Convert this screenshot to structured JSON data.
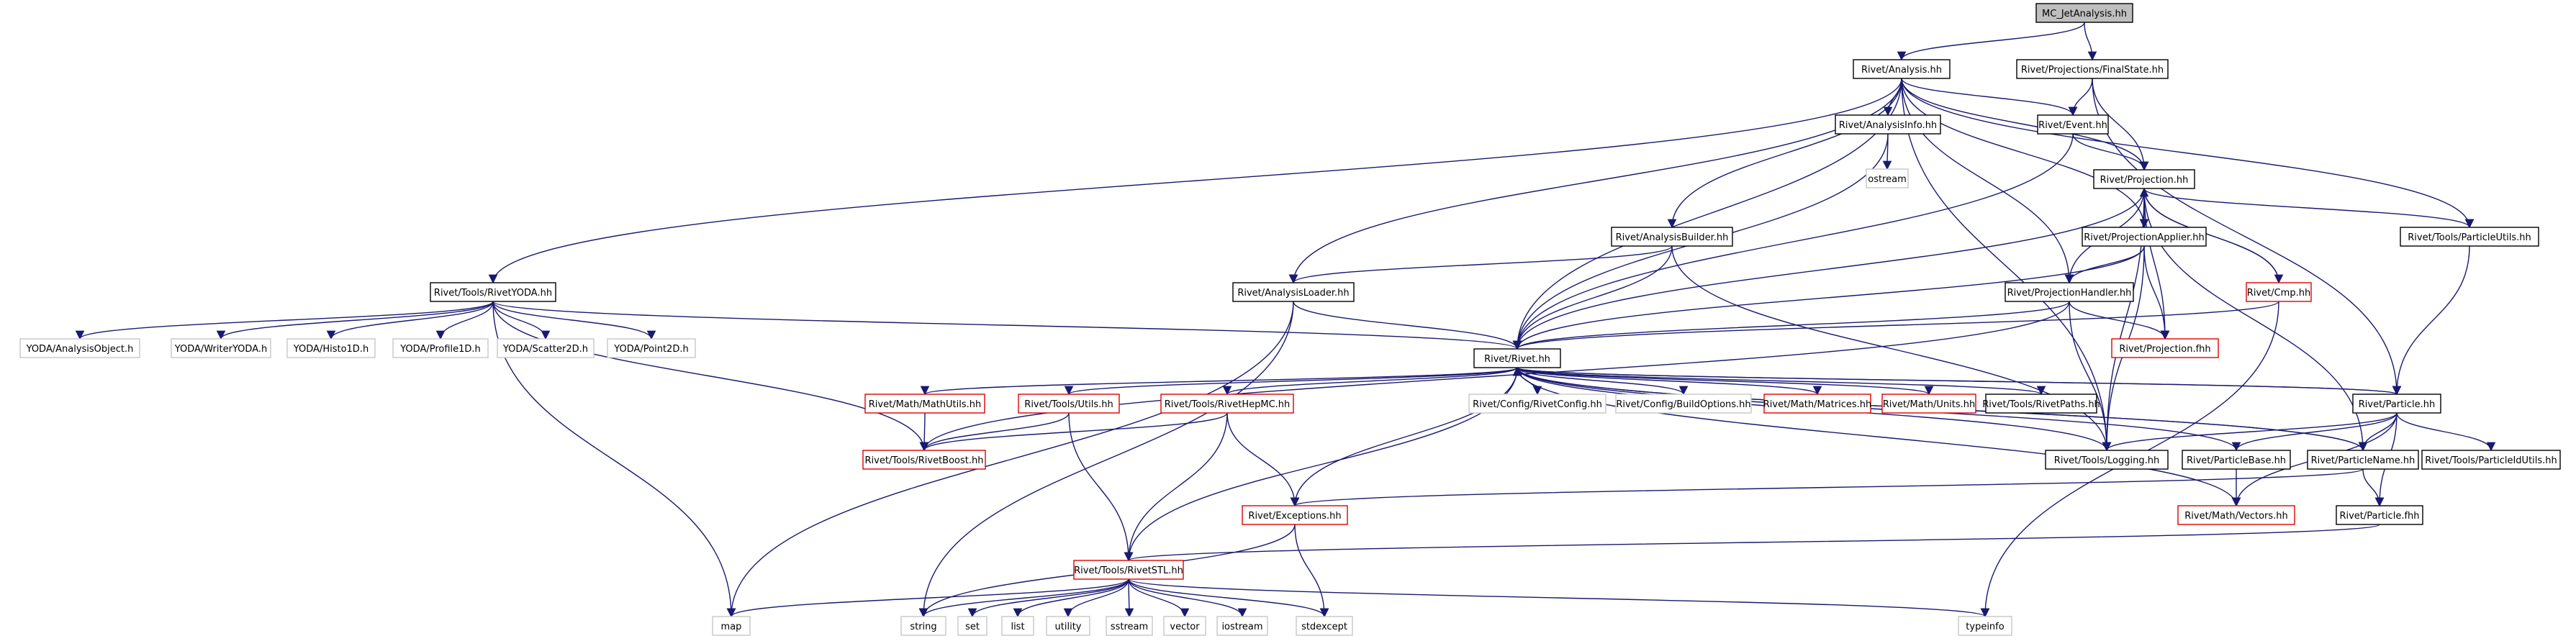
{
  "nodes": [
    {
      "id": "root",
      "label": "MC_JetAnalysis.hh",
      "kind": "root"
    },
    {
      "id": "analysis",
      "label": "Rivet/Analysis.hh",
      "kind": "doc"
    },
    {
      "id": "finalstate",
      "label": "Rivet/Projections/FinalState.hh",
      "kind": "doc"
    },
    {
      "id": "analysisinfo",
      "label": "Rivet/AnalysisInfo.hh",
      "kind": "doc"
    },
    {
      "id": "event",
      "label": "Rivet/Event.hh",
      "kind": "doc"
    },
    {
      "id": "ostream",
      "label": "ostream",
      "kind": "ext"
    },
    {
      "id": "projection",
      "label": "Rivet/Projection.hh",
      "kind": "doc"
    },
    {
      "id": "analysisbuilder",
      "label": "Rivet/AnalysisBuilder.hh",
      "kind": "doc"
    },
    {
      "id": "projapplier",
      "label": "Rivet/ProjectionApplier.hh",
      "kind": "doc"
    },
    {
      "id": "particleutils",
      "label": "Rivet/Tools/ParticleUtils.hh",
      "kind": "doc"
    },
    {
      "id": "rivetyoda",
      "label": "Rivet/Tools/RivetYODA.hh",
      "kind": "doc"
    },
    {
      "id": "analysisloader",
      "label": "Rivet/AnalysisLoader.hh",
      "kind": "doc"
    },
    {
      "id": "projhandler",
      "label": "Rivet/ProjectionHandler.hh",
      "kind": "doc"
    },
    {
      "id": "cmp",
      "label": "Rivet/Cmp.hh",
      "kind": "miss"
    },
    {
      "id": "yao",
      "label": "YODA/AnalysisObject.h",
      "kind": "ext"
    },
    {
      "id": "ywriter",
      "label": "YODA/WriterYODA.h",
      "kind": "ext"
    },
    {
      "id": "yhisto",
      "label": "YODA/Histo1D.h",
      "kind": "ext"
    },
    {
      "id": "yprofile",
      "label": "YODA/Profile1D.h",
      "kind": "ext"
    },
    {
      "id": "yscatter",
      "label": "YODA/Scatter2D.h",
      "kind": "ext"
    },
    {
      "id": "ypoint",
      "label": "YODA/Point2D.h",
      "kind": "ext"
    },
    {
      "id": "rivet",
      "label": "Rivet/Rivet.hh",
      "kind": "doc"
    },
    {
      "id": "projfhh",
      "label": "Rivet/Projection.fhh",
      "kind": "miss"
    },
    {
      "id": "mathutils",
      "label": "Rivet/Math/MathUtils.hh",
      "kind": "miss"
    },
    {
      "id": "toolsutils",
      "label": "Rivet/Tools/Utils.hh",
      "kind": "miss"
    },
    {
      "id": "hepmc",
      "label": "Rivet/Tools/RivetHepMC.hh",
      "kind": "miss"
    },
    {
      "id": "rivetconfig",
      "label": "Rivet/Config/RivetConfig.hh",
      "kind": "ext"
    },
    {
      "id": "buildopts",
      "label": "Rivet/Config/BuildOptions.hh",
      "kind": "ext"
    },
    {
      "id": "matrices",
      "label": "Rivet/Math/Matrices.hh",
      "kind": "miss"
    },
    {
      "id": "units",
      "label": "Rivet/Math/Units.hh",
      "kind": "miss"
    },
    {
      "id": "rivetpaths",
      "label": "Rivet/Tools/RivetPaths.hh",
      "kind": "doc"
    },
    {
      "id": "particle",
      "label": "Rivet/Particle.hh",
      "kind": "doc"
    },
    {
      "id": "rivetboost",
      "label": "Rivet/Tools/RivetBoost.hh",
      "kind": "miss"
    },
    {
      "id": "logging",
      "label": "Rivet/Tools/Logging.hh",
      "kind": "doc"
    },
    {
      "id": "particlebase",
      "label": "Rivet/ParticleBase.hh",
      "kind": "doc"
    },
    {
      "id": "particlename",
      "label": "Rivet/ParticleName.hh",
      "kind": "doc"
    },
    {
      "id": "particleidutils",
      "label": "Rivet/Tools/ParticleIdUtils.hh",
      "kind": "doc"
    },
    {
      "id": "exceptions",
      "label": "Rivet/Exceptions.hh",
      "kind": "miss"
    },
    {
      "id": "vectors",
      "label": "Rivet/Math/Vectors.hh",
      "kind": "miss"
    },
    {
      "id": "particlefhh",
      "label": "Rivet/Particle.fhh",
      "kind": "doc"
    },
    {
      "id": "rivetstl",
      "label": "Rivet/Tools/RivetSTL.hh",
      "kind": "miss"
    },
    {
      "id": "map",
      "label": "map",
      "kind": "ext"
    },
    {
      "id": "string",
      "label": "string",
      "kind": "ext"
    },
    {
      "id": "set",
      "label": "set",
      "kind": "ext"
    },
    {
      "id": "list",
      "label": "list",
      "kind": "ext"
    },
    {
      "id": "utility",
      "label": "utility",
      "kind": "ext"
    },
    {
      "id": "sstream",
      "label": "sstream",
      "kind": "ext"
    },
    {
      "id": "vector",
      "label": "vector",
      "kind": "ext"
    },
    {
      "id": "iostream",
      "label": "iostream",
      "kind": "ext"
    },
    {
      "id": "stdexcept",
      "label": "stdexcept",
      "kind": "ext"
    },
    {
      "id": "typeinfo",
      "label": "typeinfo",
      "kind": "ext"
    }
  ],
  "edges": [
    [
      "root",
      "analysis"
    ],
    [
      "root",
      "finalstate"
    ],
    [
      "analysis",
      "analysisinfo"
    ],
    [
      "analysis",
      "event"
    ],
    [
      "analysis",
      "projection"
    ],
    [
      "analysis",
      "analysisbuilder"
    ],
    [
      "analysis",
      "projapplier"
    ],
    [
      "analysis",
      "particleutils"
    ],
    [
      "analysis",
      "rivetyoda"
    ],
    [
      "analysis",
      "analysisloader"
    ],
    [
      "analysis",
      "projhandler"
    ],
    [
      "analysis",
      "rivet"
    ],
    [
      "analysis",
      "logging"
    ],
    [
      "finalstate",
      "event"
    ],
    [
      "finalstate",
      "projection"
    ],
    [
      "finalstate",
      "particle"
    ],
    [
      "analysisinfo",
      "ostream"
    ],
    [
      "analysisinfo",
      "rivet"
    ],
    [
      "event",
      "projection"
    ],
    [
      "event",
      "rivet"
    ],
    [
      "projection",
      "projapplier"
    ],
    [
      "projection",
      "particleutils"
    ],
    [
      "projection",
      "projhandler"
    ],
    [
      "projection",
      "cmp"
    ],
    [
      "projection",
      "rivet"
    ],
    [
      "projection",
      "projfhh"
    ],
    [
      "projection",
      "logging"
    ],
    [
      "projection",
      "particlename"
    ],
    [
      "cmp",
      "projection"
    ],
    [
      "cmp",
      "rivet"
    ],
    [
      "cmp",
      "typeinfo"
    ],
    [
      "analysisbuilder",
      "analysisloader"
    ],
    [
      "analysisbuilder",
      "rivet"
    ],
    [
      "analysisbuilder",
      "logging"
    ],
    [
      "projapplier",
      "projhandler"
    ],
    [
      "projapplier",
      "rivet"
    ],
    [
      "projapplier",
      "projfhh"
    ],
    [
      "projapplier",
      "logging"
    ],
    [
      "particleutils",
      "particle"
    ],
    [
      "rivetyoda",
      "yao"
    ],
    [
      "rivetyoda",
      "ywriter"
    ],
    [
      "rivetyoda",
      "yhisto"
    ],
    [
      "rivetyoda",
      "yprofile"
    ],
    [
      "rivetyoda",
      "yscatter"
    ],
    [
      "rivetyoda",
      "ypoint"
    ],
    [
      "rivetyoda",
      "rivet"
    ],
    [
      "rivetyoda",
      "rivetboost"
    ],
    [
      "rivetyoda",
      "map"
    ],
    [
      "analysisloader",
      "rivet"
    ],
    [
      "analysisloader",
      "map"
    ],
    [
      "analysisloader",
      "string"
    ],
    [
      "projhandler",
      "rivet"
    ],
    [
      "projhandler",
      "projfhh"
    ],
    [
      "projhandler",
      "logging"
    ],
    [
      "projhandler",
      "rivetboost"
    ],
    [
      "rivet",
      "mathutils"
    ],
    [
      "rivet",
      "toolsutils"
    ],
    [
      "rivet",
      "hepmc"
    ],
    [
      "rivet",
      "rivetconfig"
    ],
    [
      "rivet",
      "buildopts"
    ],
    [
      "rivet",
      "matrices"
    ],
    [
      "rivet",
      "units"
    ],
    [
      "rivet",
      "rivetpaths"
    ],
    [
      "rivet",
      "particle"
    ],
    [
      "rivet",
      "exceptions"
    ],
    [
      "rivet",
      "rivetstl"
    ],
    [
      "rivet",
      "vectors"
    ],
    [
      "rivet",
      "logging"
    ],
    [
      "rivet",
      "particlename"
    ],
    [
      "mathutils",
      "rivetboost"
    ],
    [
      "toolsutils",
      "rivetboost"
    ],
    [
      "toolsutils",
      "rivetstl"
    ],
    [
      "hepmc",
      "rivetboost"
    ],
    [
      "hepmc",
      "exceptions"
    ],
    [
      "hepmc",
      "rivetstl"
    ],
    [
      "particle",
      "rivet"
    ],
    [
      "particle",
      "particlebase"
    ],
    [
      "particle",
      "particlename"
    ],
    [
      "particle",
      "particleidutils"
    ],
    [
      "particle",
      "particlefhh"
    ],
    [
      "particle",
      "vectors"
    ],
    [
      "particle",
      "logging"
    ],
    [
      "particlebase",
      "rivet"
    ],
    [
      "particlebase",
      "vectors"
    ],
    [
      "particlename",
      "rivet"
    ],
    [
      "particlename",
      "particlefhh"
    ],
    [
      "particlename",
      "exceptions"
    ],
    [
      "exceptions",
      "string"
    ],
    [
      "exceptions",
      "stdexcept"
    ],
    [
      "particlefhh",
      "rivetstl"
    ],
    [
      "rivetstl",
      "map"
    ],
    [
      "rivetstl",
      "string"
    ],
    [
      "rivetstl",
      "set"
    ],
    [
      "rivetstl",
      "list"
    ],
    [
      "rivetstl",
      "utility"
    ],
    [
      "rivetstl",
      "sstream"
    ],
    [
      "rivetstl",
      "vector"
    ],
    [
      "rivetstl",
      "iostream"
    ],
    [
      "rivetstl",
      "stdexcept"
    ],
    [
      "rivetstl",
      "typeinfo"
    ]
  ]
}
